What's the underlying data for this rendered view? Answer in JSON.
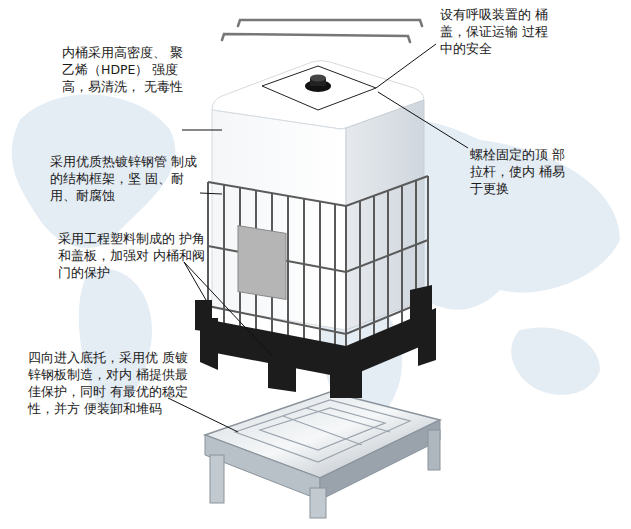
{
  "diagram": {
    "labels": [
      "设有呼吸装置的 桶盖，保证运输 过程中的安全",
      "内桶采用高密度、 聚乙烯（HDPE） 强度高，易清洗， 无毒性",
      "螺栓固定的顶 部拉杆，使内 桶易于更换",
      "采用优质热镀锌钢管 制成的结构框架，坚 固、耐用、耐腐蚀",
      "采用工程塑料制成的 护角和盖板，加强对 内桶和阀门的保护",
      "四向进入底托，采用优 质镀锌钢板制造，对内 桶提供最佳保护，同时 有最优的稳定性，并方 便装卸和堆码"
    ]
  }
}
